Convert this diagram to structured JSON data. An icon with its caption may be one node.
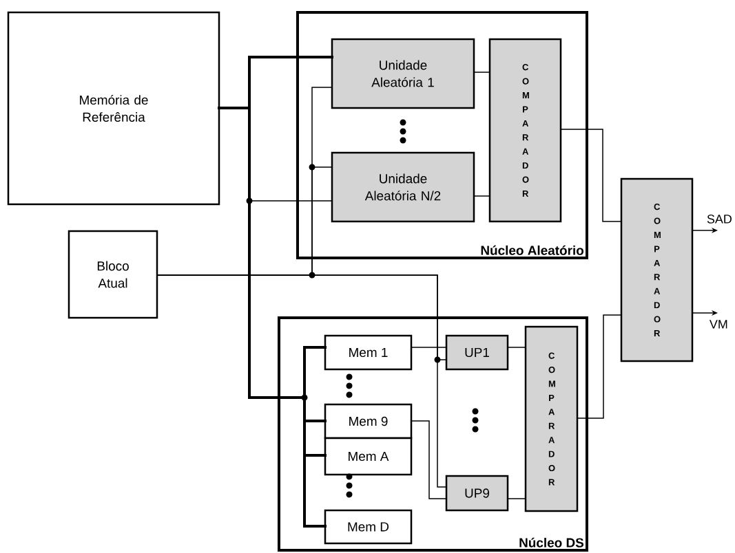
{
  "diagram": {
    "nodes": [
      {
        "text": [
          "Memória de Referência"
        ]
      },
      {
        "text": [
          "Núcleo Aleatório"
        ]
      },
      {
        "text": [
          "Unidade Aleatória 1"
        ],
        "in": 1
      },
      {
        "text": [
          "Unidade Aleatória N/2"
        ],
        "in": 1
      },
      {
        "text": [
          "COMPARADOR"
        ],
        "in": 1
      },
      {
        "text": [
          "COMPARADOR"
        ]
      },
      {
        "text": [
          "Bloco Atual"
        ]
      },
      {
        "text": [
          "Núcleo DS"
        ]
      },
      {
        "text": [
          "Mem 1"
        ],
        "in": 7
      },
      {
        "text": [
          "Mem 9"
        ],
        "in": 7
      },
      {
        "text": [
          "Mem A"
        ],
        "in": 7
      },
      {
        "text": [
          "Mem D"
        ],
        "in": 7
      },
      {
        "text": [
          "UP1"
        ],
        "in": 7
      },
      {
        "text": [
          "UP9"
        ],
        "in": 7
      },
      {
        "text": [
          "COMPARADOR"
        ],
        "in": 7
      }
    ],
    "edges": [
      {
        "from": 0,
        "to": 2,
        "arrow": "none",
        "style": "thick"
      },
      {
        "from": 0,
        "to": 3,
        "arrow": "none"
      },
      {
        "from": 0,
        "to": 8,
        "arrow": "none",
        "style": "thick"
      },
      {
        "from": 0,
        "to": 9,
        "arrow": "none",
        "style": "thick"
      },
      {
        "from": 0,
        "to": 10,
        "arrow": "none",
        "style": "thick"
      },
      {
        "from": 0,
        "to": 11,
        "arrow": "none",
        "style": "thick"
      },
      {
        "from": 6,
        "to": 2,
        "arrow": "none"
      },
      {
        "from": 6,
        "to": 3,
        "arrow": "none"
      },
      {
        "from": 6,
        "to": 12,
        "arrow": "none"
      },
      {
        "from": 6,
        "to": 13,
        "arrow": "none"
      },
      {
        "from": 8,
        "to": 12,
        "arrow": "none"
      },
      {
        "from": 9,
        "to": 13,
        "arrow": "none"
      },
      {
        "from": 2,
        "to": 4,
        "arrow": "none"
      },
      {
        "from": 3,
        "to": 4,
        "arrow": "none"
      },
      {
        "from": 12,
        "to": 14,
        "arrow": "none"
      },
      {
        "from": 13,
        "to": 14,
        "arrow": "none"
      },
      {
        "from": 4,
        "to": 5,
        "arrow": "none"
      },
      {
        "from": 14,
        "to": 5,
        "arrow": "none"
      },
      {
        "from": 5,
        "to": null,
        "arrow": "to",
        "label": "SAD"
      },
      {
        "from": 5,
        "to": null,
        "arrow": "to",
        "label": "VM"
      }
    ]
  }
}
